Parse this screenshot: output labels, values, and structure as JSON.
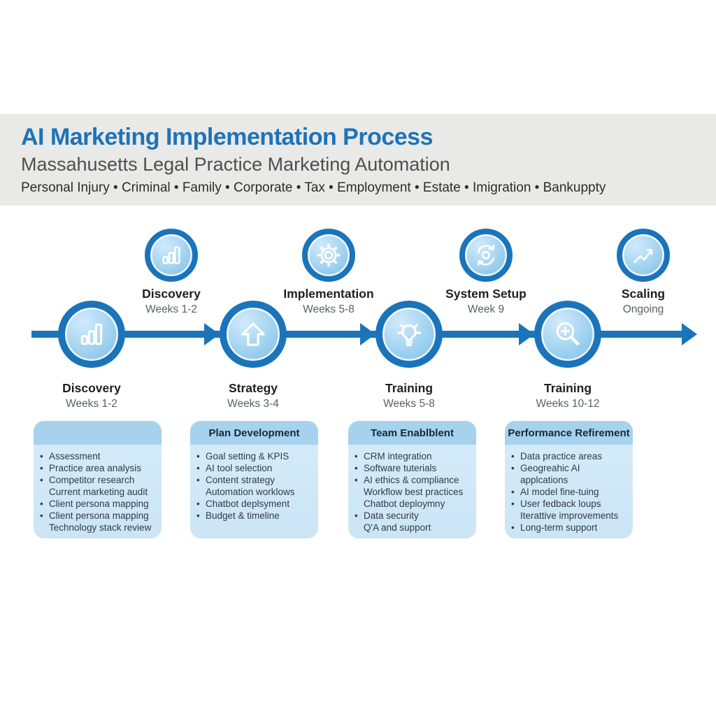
{
  "header": {
    "title": "AI Marketing Implementation Process",
    "subtitle": "Massahusetts Legal Practice Marketing Automation",
    "practice_areas": [
      "Personal Injury",
      "Criminal",
      "Family",
      "Corporate",
      "Tax",
      "Employment",
      "Estate",
      "Imigration",
      "Bankuppty"
    ],
    "separator": "•"
  },
  "colors": {
    "accent_blue": "#1b74ba",
    "title_blue": "#1e73b8",
    "band_gray": "#e9e9e7",
    "circle_fill_light": "#d2eafb",
    "circle_fill_deep": "#8cc6ec",
    "box_header_blue": "#a6d2ed",
    "box_body_blue": "#d3eafa"
  },
  "timeline": {
    "top_milestones": [
      {
        "label": "Discovery",
        "sublabel": "Weeks 1-2",
        "icon": "bar-chart-icon"
      },
      {
        "label": "Implementation",
        "sublabel": "Weeks 5-8",
        "icon": "gear-icon"
      },
      {
        "label": "System Setup",
        "sublabel": "Week 9",
        "icon": "refresh-icon"
      },
      {
        "label": "Scaling",
        "sublabel": "Ongoing",
        "icon": "trend-up-icon"
      }
    ],
    "main_steps": [
      {
        "label": "Discovery",
        "sublabel": "Weeks 1-2",
        "icon": "bar-chart-icon"
      },
      {
        "label": "Strategy",
        "sublabel": "Weeks 3-4",
        "icon": "arrow-up-icon"
      },
      {
        "label": "Training",
        "sublabel": "Weeks 5-8",
        "icon": "lightbulb-icon"
      },
      {
        "label": "Training",
        "sublabel": "Weeks 10-12",
        "icon": "search-plus-icon"
      }
    ]
  },
  "detail_boxes": [
    {
      "title": "",
      "items": [
        {
          "text": "Assessment",
          "bullet": true
        },
        {
          "text": "Practice area analysis",
          "bullet": true
        },
        {
          "text": "Competitor research",
          "bullet": true
        },
        {
          "text": "Current marketing audit",
          "bullet": false
        },
        {
          "text": "Client persona mapping",
          "bullet": true
        },
        {
          "text": "Client persona mapping",
          "bullet": true
        },
        {
          "text": "Technology stack review",
          "bullet": false
        }
      ]
    },
    {
      "title": "Plan Development",
      "items": [
        {
          "text": "Goal setting & KPIS",
          "bullet": true
        },
        {
          "text": "AI tool selection",
          "bullet": true
        },
        {
          "text": "Content strategy",
          "bullet": true
        },
        {
          "text": "Automation worklows",
          "bullet": false
        },
        {
          "text": "Chatbot deplsyment",
          "bullet": true
        },
        {
          "text": "Budget & timeline",
          "bullet": true
        }
      ]
    },
    {
      "title": "Team Enablblent",
      "items": [
        {
          "text": "CRM integration",
          "bullet": true
        },
        {
          "text": "Software tuterials",
          "bullet": true
        },
        {
          "text": "AI ethics & compliance",
          "bullet": true
        },
        {
          "text": "Workflow best practices",
          "bullet": false
        },
        {
          "text": "Chatbot deploymny",
          "bullet": false
        },
        {
          "text": "Data security",
          "bullet": true
        },
        {
          "text": "Q'A and support",
          "bullet": false
        }
      ]
    },
    {
      "title": "Performance Refirement",
      "items": [
        {
          "text": "Data practice areas",
          "bullet": true
        },
        {
          "text": "Geogreahic AI applcations",
          "bullet": true
        },
        {
          "text": "AI model fine-tuing",
          "bullet": true
        },
        {
          "text": "User fedback loups",
          "bullet": true
        },
        {
          "text": "Iterattive improvements",
          "bullet": false
        },
        {
          "text": "Long-term support",
          "bullet": true
        }
      ]
    }
  ]
}
